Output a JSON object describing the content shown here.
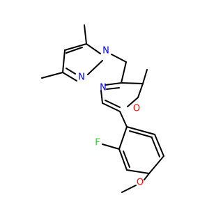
{
  "molecule": {
    "atoms": {
      "pyrazole_n1": {
        "symbol": "N",
        "color": "#0000ff"
      },
      "pyrazole_n2": {
        "symbol": "N",
        "color": "#0000ff"
      },
      "oxazole_n": {
        "symbol": "N",
        "color": "#0000ff"
      },
      "oxazole_o": {
        "symbol": "O",
        "color": "#ff0000"
      },
      "fluorine": {
        "symbol": "F",
        "color": "#33cc33"
      },
      "methoxy_o": {
        "symbol": "O",
        "color": "#ff0000"
      }
    }
  }
}
